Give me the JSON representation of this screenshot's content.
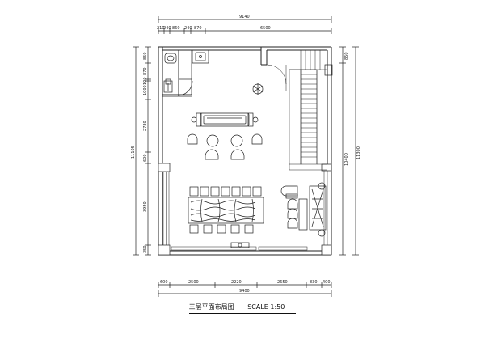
{
  "drawing": {
    "title": "三层平面布局图",
    "scale": "SCALE 1:50",
    "top_total": "9140",
    "top_segments": [
      "210",
      "240",
      "860",
      "240",
      "870",
      "6500"
    ],
    "bottom_segments": [
      "600",
      "2500",
      "2220",
      "2650",
      "830",
      "400"
    ],
    "bottom_total": "9400",
    "left_segments": [
      "850",
      "870",
      "100",
      "1000",
      "2780",
      "600",
      "3950",
      "350"
    ],
    "left_total": "11105",
    "right_inner": "10400",
    "right_outer": "11300",
    "right_top": "850"
  }
}
